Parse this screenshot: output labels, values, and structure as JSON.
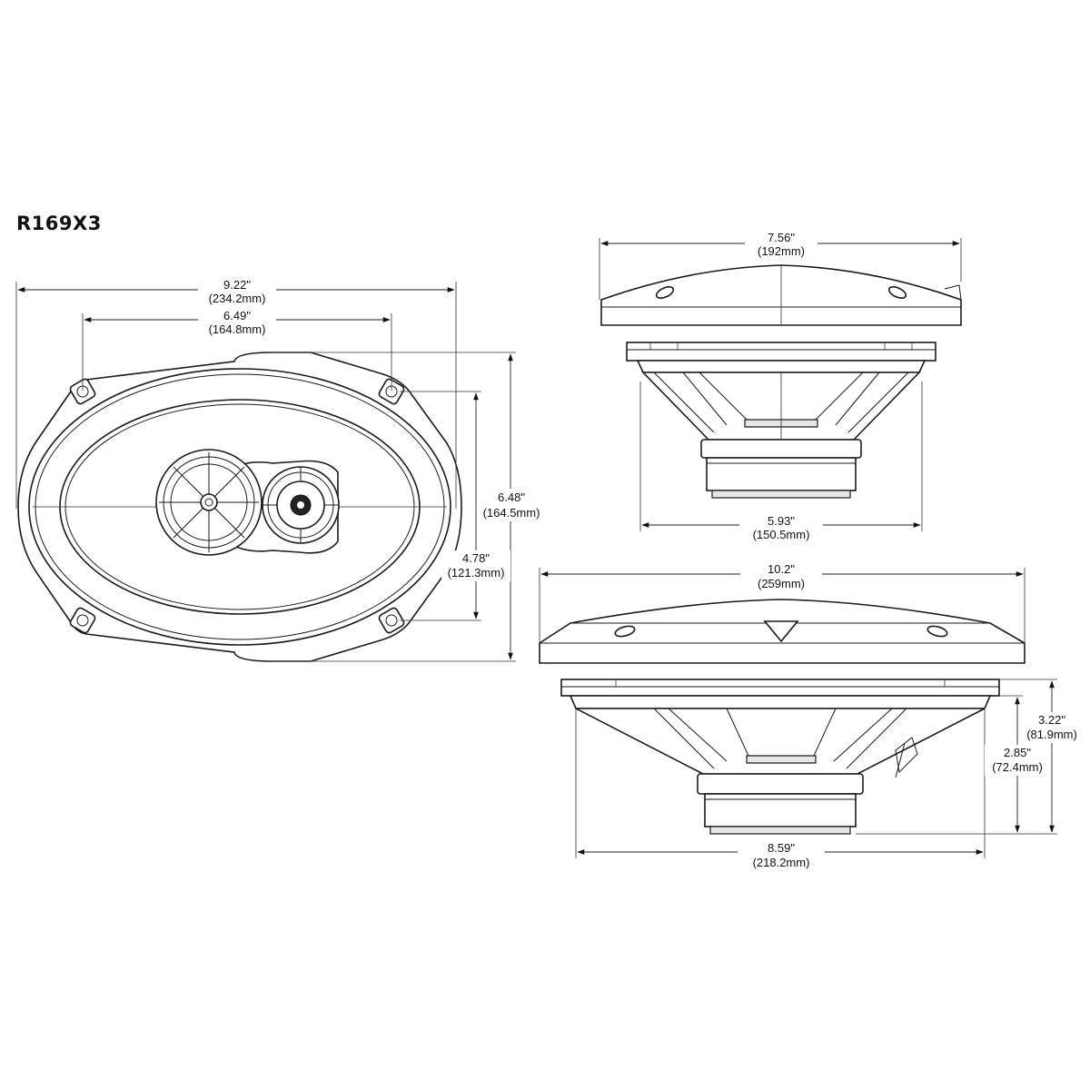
{
  "title": "R169X3",
  "dimensions": {
    "front_width": {
      "inches": "9.22\"",
      "mm": "(234.2mm)"
    },
    "front_mount_width": {
      "inches": "6.49\"",
      "mm": "(164.8mm)"
    },
    "front_height": {
      "inches": "6.48\"",
      "mm": "(164.5mm)"
    },
    "front_mount_height": {
      "inches": "4.78\"",
      "mm": "(121.3mm)"
    },
    "side_short_width": {
      "inches": "7.56\"",
      "mm": "(192mm)"
    },
    "side_short_cutout": {
      "inches": "5.93\"",
      "mm": "(150.5mm)"
    },
    "side_long_width": {
      "inches": "10.2\"",
      "mm": "(259mm)"
    },
    "side_long_cutout": {
      "inches": "8.59\"",
      "mm": "(218.2mm)"
    },
    "total_depth": {
      "inches": "3.22\"",
      "mm": "(81.9mm)"
    },
    "mount_depth": {
      "inches": "2.85\"",
      "mm": "(72.4mm)"
    }
  },
  "colors": {
    "line": "#1a1a1a",
    "background": "#ffffff"
  }
}
